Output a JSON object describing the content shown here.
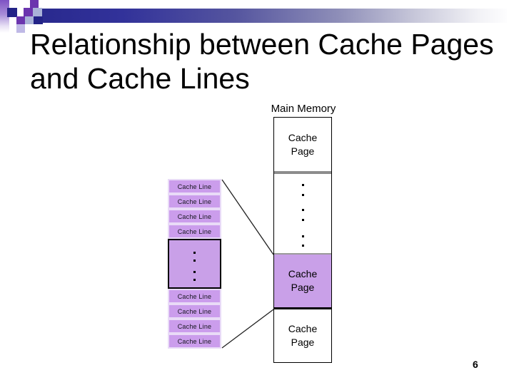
{
  "slide": {
    "title_lines": [
      "Relationship between Cache Pages",
      "and Cache Lines"
    ],
    "page_number": "6"
  },
  "diagram": {
    "main_memory": {
      "label": "Main Memory",
      "top_page_label": "Cache Page",
      "highlighted_page_label": "Cache Page",
      "bottom_page_label": "Cache Page"
    },
    "cache_lines": {
      "top_rows": [
        "Cache Line",
        "Cache Line",
        "Cache Line",
        "Cache Line"
      ],
      "bottom_rows": [
        "Cache Line",
        "Cache Line",
        "Cache Line",
        "Cache Line"
      ]
    }
  },
  "colors": {
    "highlight_page_fill": "#c9a0e8",
    "cache_line_fill": "#cb9dec",
    "cache_line_border": "#e9dbf7",
    "divider_gray": "#8c8c8c",
    "bar_navy": "#29298e",
    "square_purple": "#6b35ae",
    "square_navy": "#232387",
    "square_steel": "#a9b2d8",
    "square_lavender": "#bfb9e6"
  }
}
